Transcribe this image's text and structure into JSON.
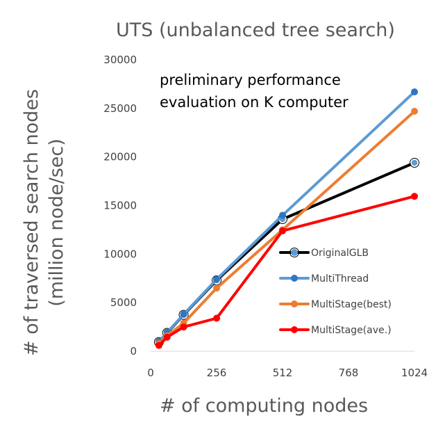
{
  "chart_data": {
    "type": "line",
    "title": "UTS (unbalanced tree search)",
    "xlabel": "# of computing nodes",
    "ylabel_lines": [
      "# of traversed search nodes",
      "(million node/sec)"
    ],
    "annotation_lines": [
      "preliminary performance",
      "evaluation on K computer"
    ],
    "xlim": [
      0,
      1024
    ],
    "ylim": [
      0,
      30000
    ],
    "x_ticks": [
      0,
      256,
      512,
      768,
      1024
    ],
    "x_tick_labels": [
      "0",
      "256",
      "512",
      "768",
      "1024"
    ],
    "y_ticks": [
      0,
      5000,
      10000,
      15000,
      20000,
      25000,
      30000
    ],
    "y_tick_labels": [
      "0",
      "5000",
      "10000",
      "15000",
      "20000",
      "25000",
      "30000"
    ],
    "grid": false,
    "legend_position": "lower-right",
    "series": [
      {
        "name": "OriginalGLB",
        "color": "#000000",
        "marker_fill": "#5b9bd5",
        "points": [
          [
            32,
            950
          ],
          [
            64,
            1900
          ],
          [
            128,
            3750
          ],
          [
            256,
            7300
          ],
          [
            512,
            13600
          ],
          [
            1024,
            19400
          ]
        ]
      },
      {
        "name": "MultiThread",
        "color": "#5b9bd5",
        "marker_fill": "#2e75c6",
        "points": [
          [
            32,
            1000
          ],
          [
            64,
            1950
          ],
          [
            128,
            3800
          ],
          [
            256,
            7400
          ],
          [
            512,
            14000
          ],
          [
            1024,
            26700
          ]
        ]
      },
      {
        "name": "MultiStage(best)",
        "color": "#ed7d31",
        "marker_fill": "#ed7d31",
        "points": [
          [
            32,
            800
          ],
          [
            64,
            1600
          ],
          [
            128,
            2900
          ],
          [
            256,
            6500
          ],
          [
            512,
            12500
          ],
          [
            1024,
            24700
          ]
        ]
      },
      {
        "name": "MultiStage(ave.)",
        "color": "#ff0000",
        "marker_fill": "#ff0000",
        "points": [
          [
            32,
            600
          ],
          [
            64,
            1450
          ],
          [
            128,
            2500
          ],
          [
            256,
            3400
          ],
          [
            512,
            12400
          ],
          [
            1024,
            15950
          ]
        ]
      }
    ]
  }
}
